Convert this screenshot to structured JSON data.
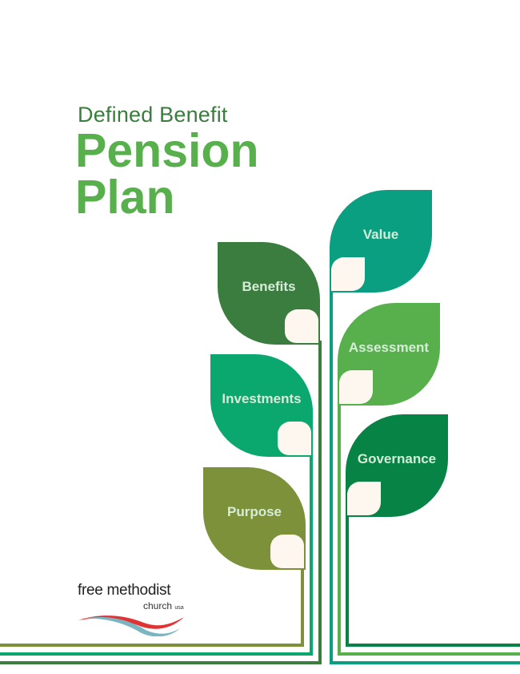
{
  "title": {
    "line1": "Defined Benefit",
    "line2": "Pension",
    "line3": "Plan"
  },
  "leaves": {
    "benefits": {
      "label": "Benefits",
      "color": "#3a7d3e"
    },
    "investments": {
      "label": "Investments",
      "color": "#0aa86e"
    },
    "purpose": {
      "label": "Purpose",
      "color": "#7c913a"
    },
    "value": {
      "label": "Value",
      "color": "#0a9f80"
    },
    "assessment": {
      "label": "Assessment",
      "color": "#57b04c"
    },
    "governance": {
      "label": "Governance",
      "color": "#078345"
    }
  },
  "logo": {
    "name": "free methodist",
    "sub": "church",
    "region": "usa"
  }
}
